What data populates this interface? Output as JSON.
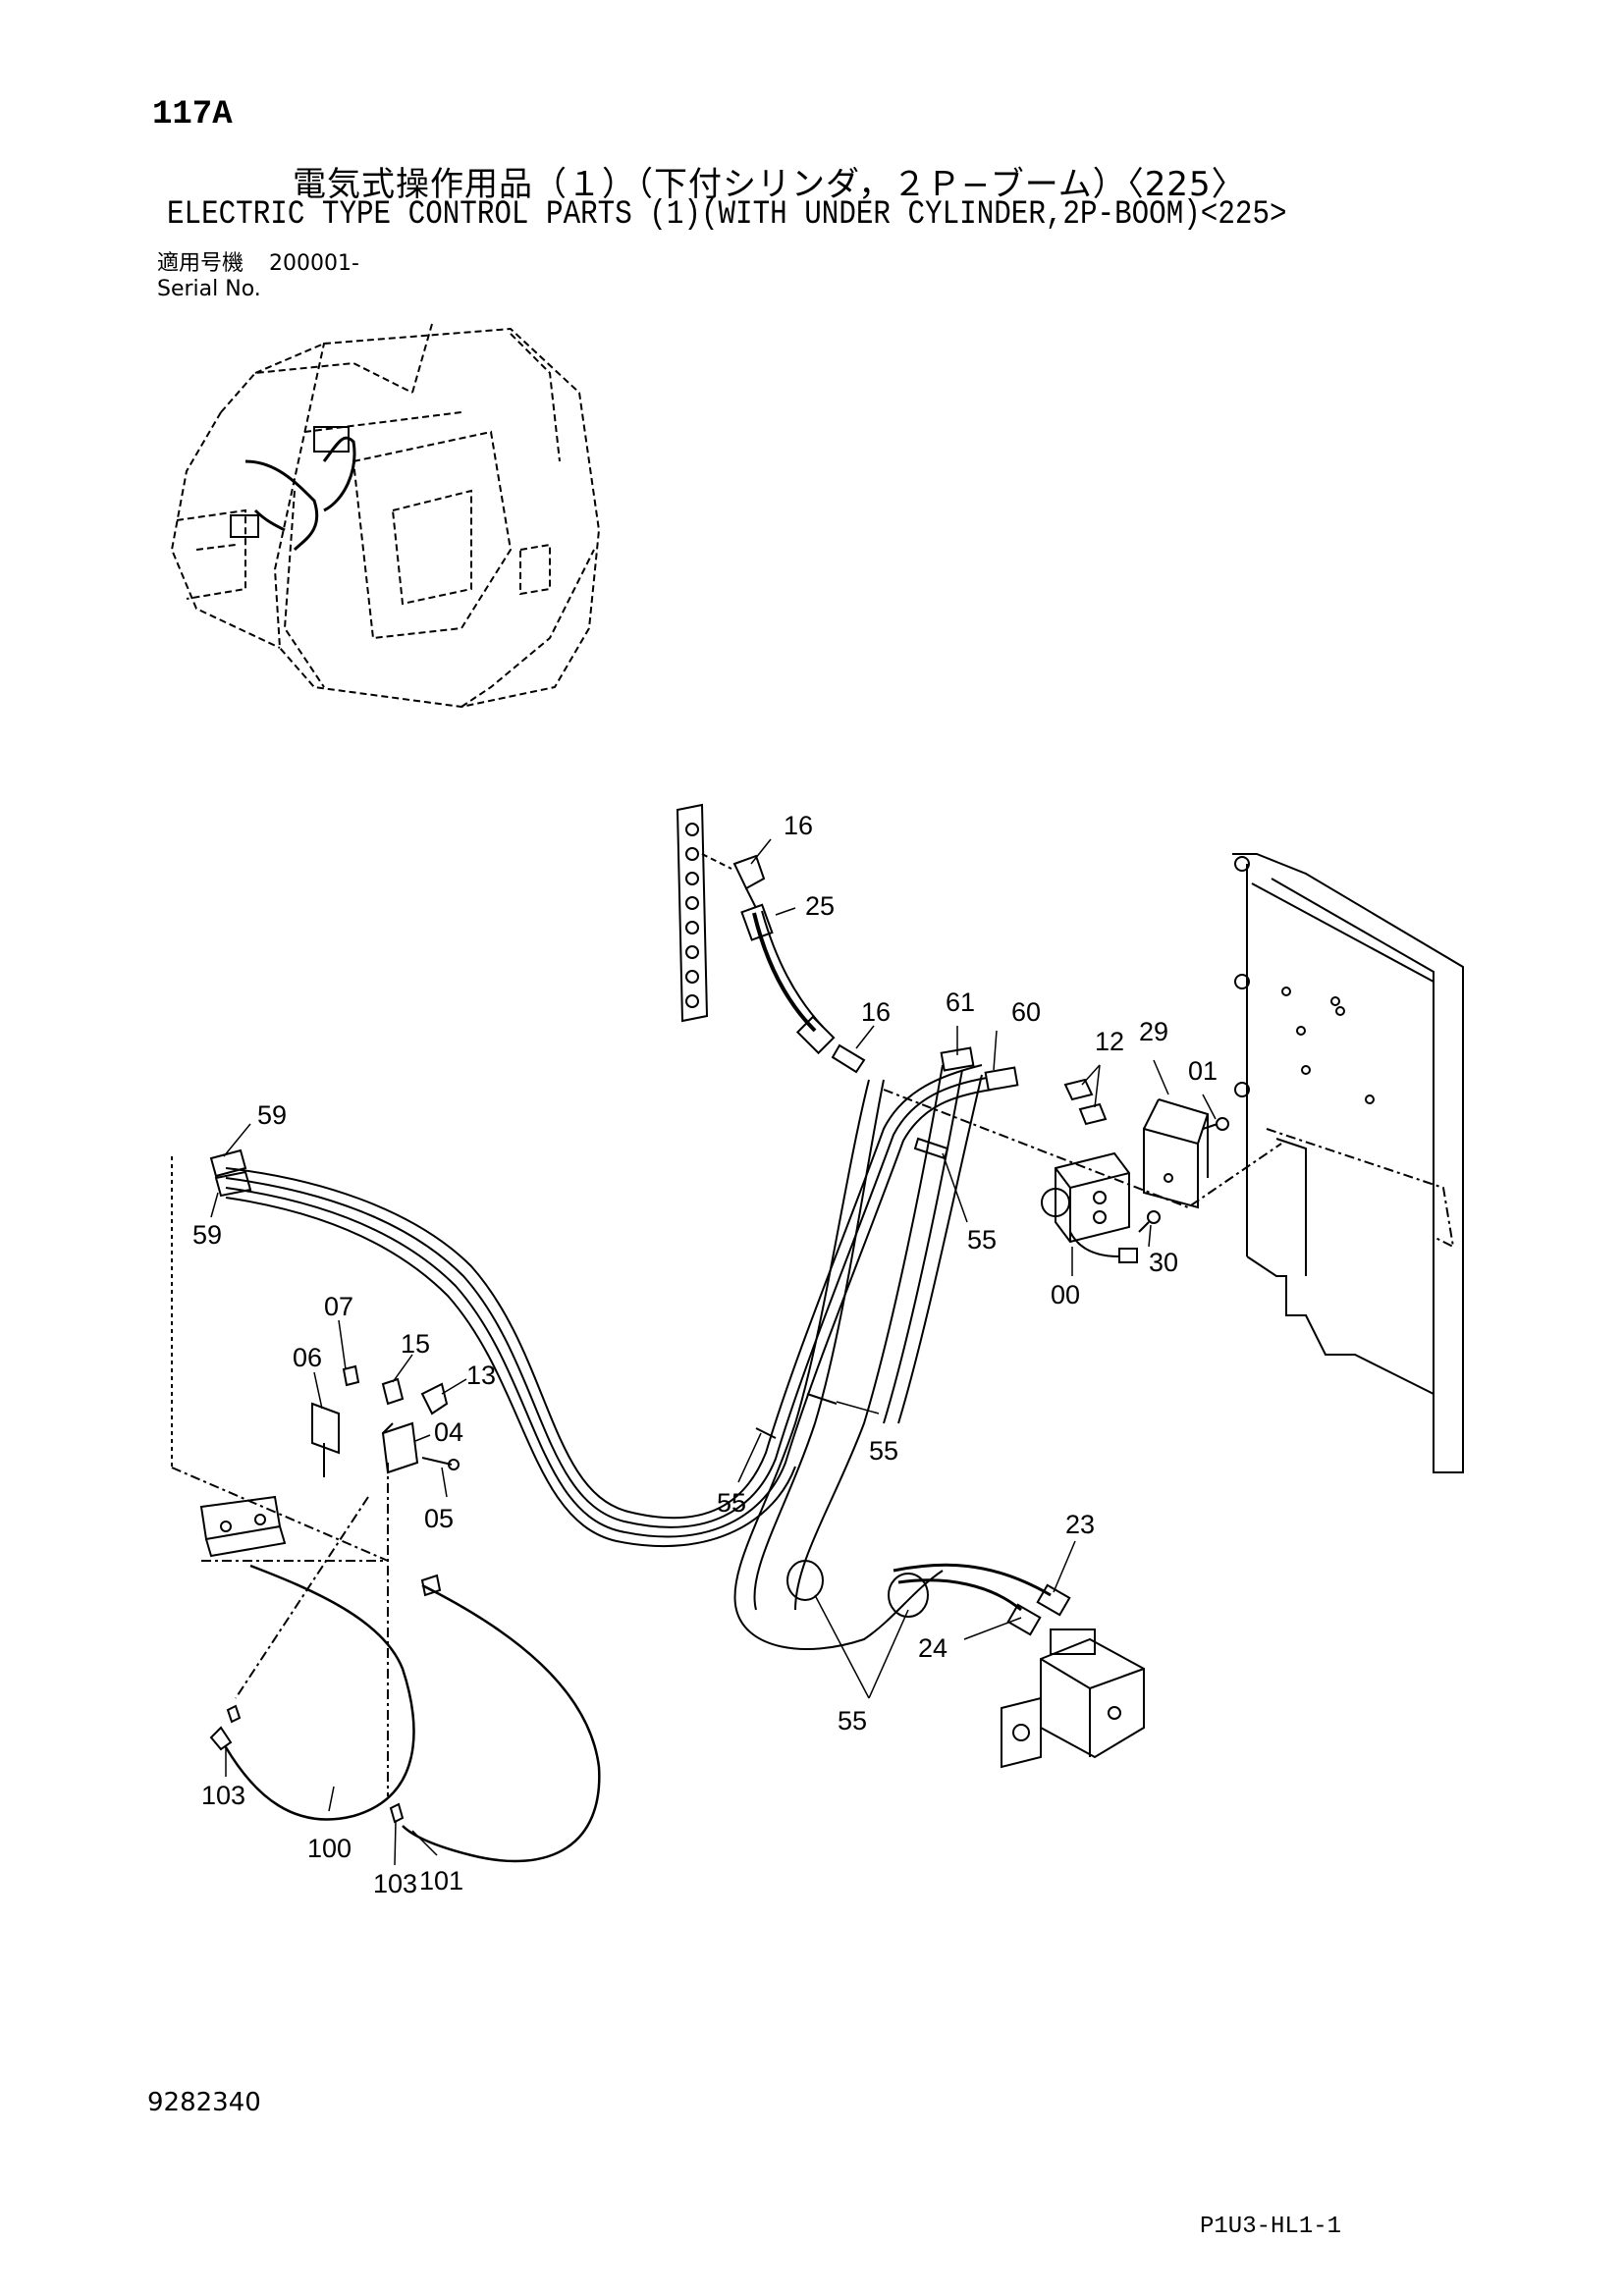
{
  "header": {
    "page_no": "117A",
    "title_jp": "電気式操作用品（１）（下付シリンダ，２Ｐ−ブーム）〈225〉",
    "title_en": "ELECTRIC TYPE CONTROL PARTS (1)(WITH UNDER CYLINDER,2P-BOOM)<225>",
    "serial_label_jp": "適用号機",
    "serial_value": "200001-",
    "serial_label_en": "Serial No."
  },
  "callouts": {
    "c16a": "16",
    "c25": "25",
    "c16b": "16",
    "c61": "61",
    "c60": "60",
    "c12": "12",
    "c29": "29",
    "c01": "01",
    "c59a": "59",
    "c59b": "59",
    "c55a": "55",
    "c30": "30",
    "c00": "00",
    "c07": "07",
    "c06": "06",
    "c15": "15",
    "c13": "13",
    "c04": "04",
    "c05": "05",
    "c55b": "55",
    "c55c": "55",
    "c23": "23",
    "c24": "24",
    "c55d": "55",
    "c103a": "103",
    "c100": "100",
    "c103b": "103",
    "c101": "101"
  },
  "footer": {
    "doc_no": "9282340",
    "code": "P1U3-HL1-1"
  }
}
